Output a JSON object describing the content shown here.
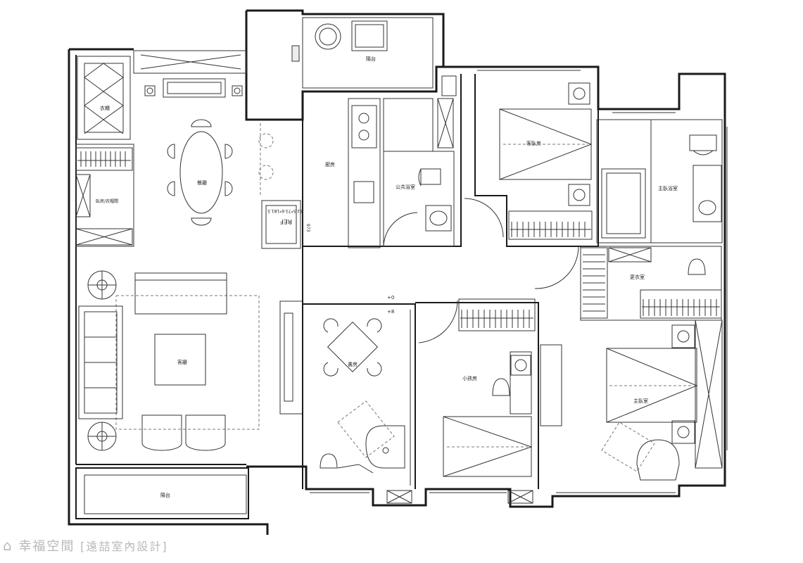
{
  "rooms": {
    "balcony_top": "陽台",
    "storage_left": "衣櫃",
    "study_left": "臥房/衣帽間",
    "dining": "餐廳",
    "kitchen": "廚房",
    "bathroom_public": "公共浴室",
    "bedroom_top": "客臥房",
    "master_bath": "主臥浴室",
    "walkin_closet": "更衣室",
    "living": "客廳",
    "study_center": "書房",
    "bedroom_child": "小孩房",
    "master_bedroom": "主臥室",
    "balcony_bottom": "陽台"
  },
  "annotations": {
    "ref_label": "REF",
    "ref_spec": "82.5*73.6*181.5",
    "ref_dim": "973",
    "level_1": "+0",
    "level_2": "+8"
  },
  "watermark": {
    "brand": "幸福空間",
    "designer": "[遠喆室內設計]"
  }
}
